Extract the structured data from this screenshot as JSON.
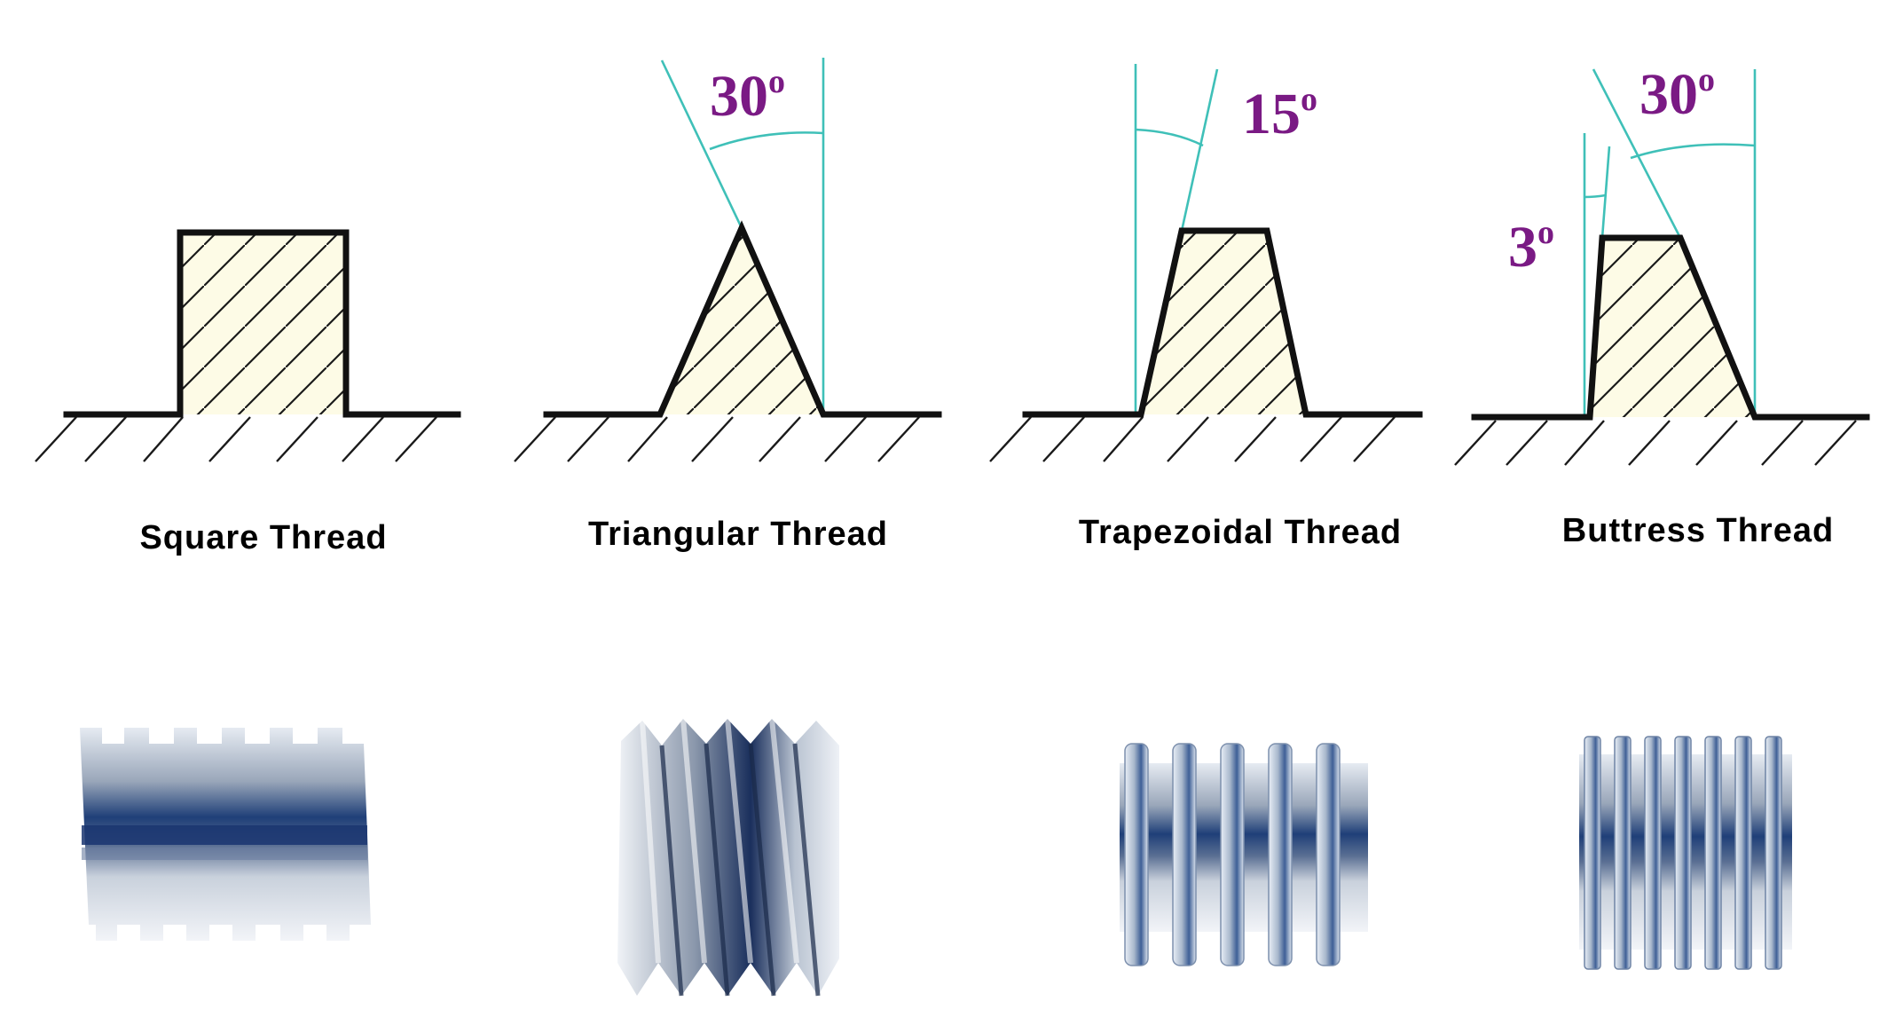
{
  "colors": {
    "reference_line": "#3fc0b8",
    "angle_label": "#7a1a84",
    "profile": "#111111",
    "fill": "#fdfbe6",
    "thread_steel": "#b8c2d0",
    "thread_blue": "#1f3f78"
  },
  "threads": [
    {
      "key": "square",
      "caption": "Square Thread",
      "angles": []
    },
    {
      "key": "triangular",
      "caption": "Triangular Thread",
      "angles": [
        {
          "value": "30",
          "unit": "o"
        }
      ]
    },
    {
      "key": "trapezoidal",
      "caption": "Trapezoidal Thread",
      "angles": [
        {
          "value": "15",
          "unit": "o"
        }
      ]
    },
    {
      "key": "buttress",
      "caption": "Buttress Thread",
      "angles": [
        {
          "value": "30",
          "unit": "o"
        },
        {
          "value": "3",
          "unit": "o"
        }
      ]
    }
  ]
}
